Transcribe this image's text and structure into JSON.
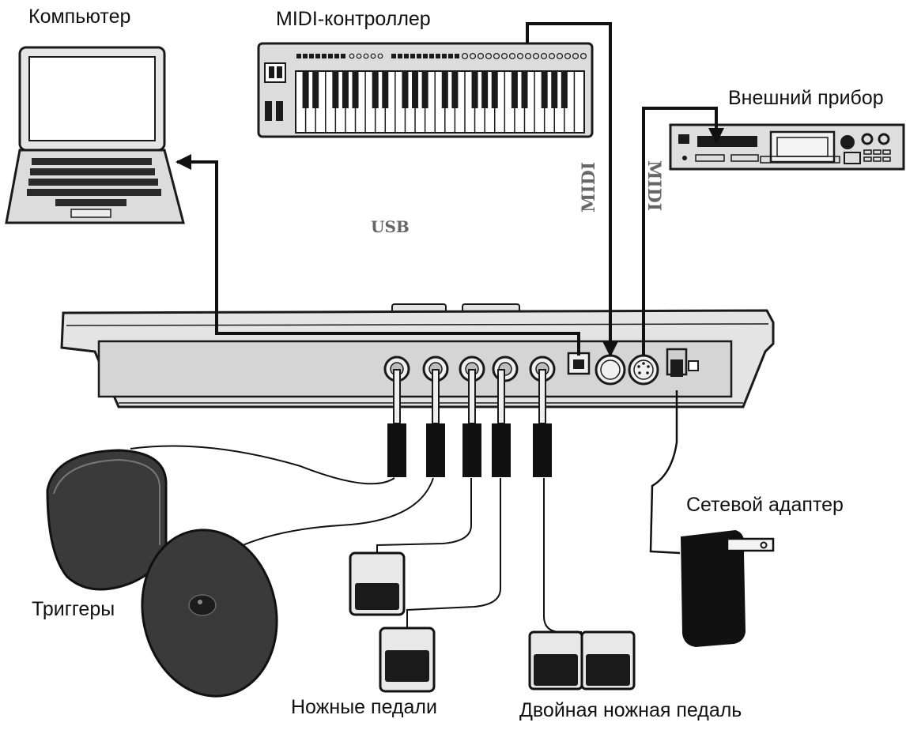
{
  "labels": {
    "computer": "Компьютер",
    "midi_controller": "MIDI-контроллер",
    "external_device": "Внешний прибор",
    "power_adapter": "Сетевой адаптер",
    "triggers": "Триггеры",
    "foot_pedals": "Ножные педали",
    "dual_foot_pedal": "Двойная ножная педаль"
  },
  "cables": {
    "usb": "USB",
    "midi_in": "MIDI",
    "midi_out": "MIDI"
  },
  "colors": {
    "outline": "#1a1a1a",
    "device_fill": "#e4e4e4",
    "panel_fill": "#d7d7d7",
    "pad_fill": "#3a3a3a",
    "cable_label": "#666666"
  }
}
